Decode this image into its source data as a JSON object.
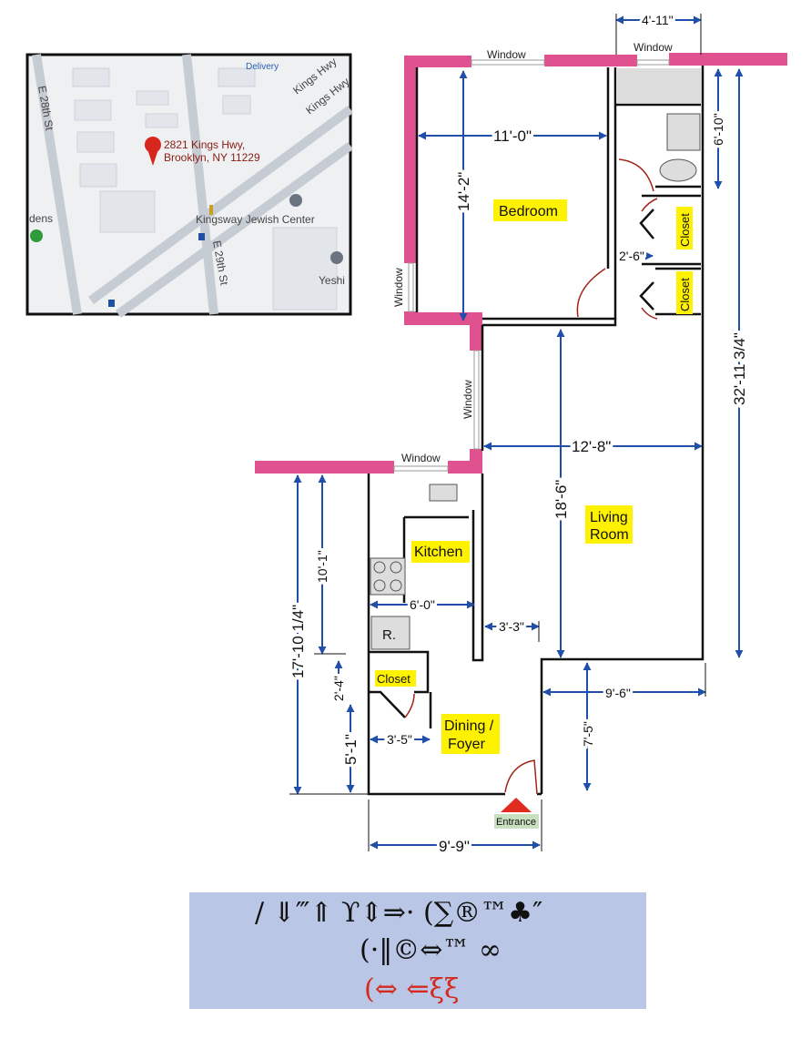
{
  "map": {
    "address_line1": "2821 Kings Hwy,",
    "address_line2": "Brooklyn, NY 11229",
    "streets": [
      "E 28th St",
      "E 29th St",
      "Kings Hwy",
      "Kings Hwy"
    ],
    "places": [
      "Kingsway Jewish Center",
      "Delivery",
      "dens",
      "Yeshi"
    ]
  },
  "rooms": {
    "bedroom": "Bedroom",
    "living_room_1": "Living",
    "living_room_2": "Room",
    "kitchen": "Kitchen",
    "closet_kitchen": "Closet",
    "closet_1": "Closet",
    "closet_2": "Closet",
    "dining_1": "Dining /",
    "dining_2": "Foyer",
    "range": "R.",
    "entrance": "Entrance"
  },
  "windows": [
    "Window",
    "Window",
    "Window",
    "Window",
    "Window"
  ],
  "dimensions": {
    "bath_width": "4'-11\"",
    "bedroom_width": "11'-0\"",
    "bedroom_depth": "14'-2\"",
    "bath_depth": "6'-10\"",
    "total_depth": "32'-11 3/4\"",
    "hall_width": "2'-6\"",
    "living_width": "12'-8\"",
    "living_depth": "18'-6\"",
    "kitchen_depth": "10'-1\"",
    "west_depth": "17'-10 1/4\"",
    "kitchen_width": "6'-0\"",
    "passage_width": "3'-3\"",
    "closet_depth": "2'-4\"",
    "foyer_depth": "5'-1\"",
    "closet_width": "3'-5\"",
    "notch_width": "9'-6\"",
    "notch_depth": "7'-5\"",
    "foyer_width": "9'-9\""
  },
  "garbled_text": {
    "line1": "/ ⇓‴⇑ ϒ⇕⇒·  (∑®™♣″",
    "line2": "(·‖©⇔™   ∞",
    "line3": "(⇔    ⇐ξξ"
  },
  "colors": {
    "wall_pink": "#e0528f",
    "dim_blue": "#1f4fa8",
    "label_yellow": "#fff200",
    "note_bg": "#b9c6e6",
    "door_red": "#a0241a"
  }
}
